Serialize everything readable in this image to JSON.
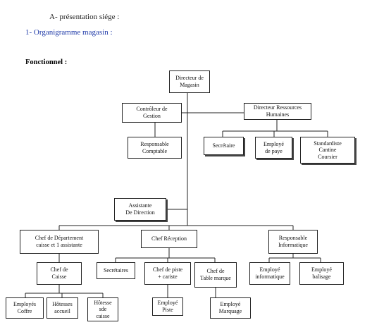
{
  "headings": {
    "section_a": "A- présentation siége :",
    "section_1": "1- Organigramme magasin :",
    "functional": "Fonctionnel :"
  },
  "org_chart": {
    "directeur": "Directeur de\nMagasin",
    "controleur": "Contrôleur de\nGestion",
    "responsable_comptable": "Responsable\nComptable",
    "directeur_rh": "Directeur Ressources\nHumaines",
    "secretaire": "Secrétaire",
    "employe_paye": "Employé\nde paye",
    "standardiste": "Standardiste\nCantine\nCoursier",
    "assistante": "Assistante\nDe Direction",
    "chef_caisse_dept": "Chef de Département\ncaisse et 1 assistante",
    "chef_reception": "Chef  Réception",
    "responsable_info": "Responsable\nInformatique",
    "chef_caisse": "Chef de\nCaisse",
    "secretaires": "Secrétaires",
    "chef_piste": "Chef de piste\n+ cariste",
    "chef_table": "Chef de\nTable marque",
    "employe_info": "Employé\ninformatique",
    "employe_balisage": "Employé\nbalisage",
    "employes_coffre": "Employés\nCoffre",
    "hotesses_accueil": "Hôtesses\naccueil",
    "hotesse_caisse": "Hôtesse\nsde\ncaisse",
    "employe_piste": "Employé\nPiste",
    "employe_marquage": "Employé\nMarquage"
  }
}
